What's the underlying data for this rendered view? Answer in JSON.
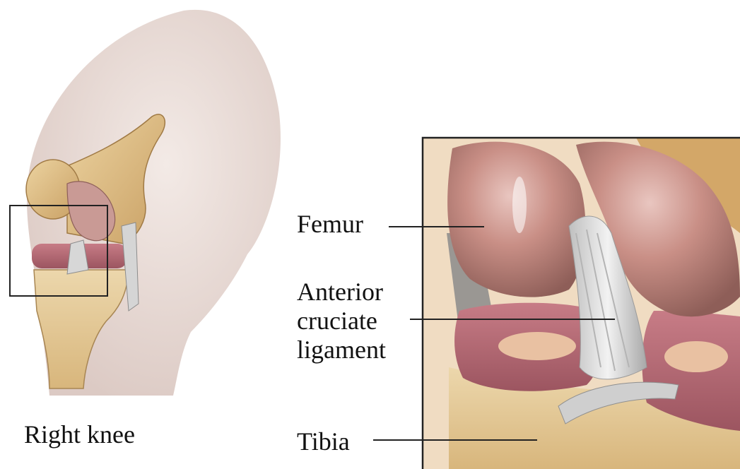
{
  "labels": {
    "overview": "Right knee",
    "femur": "Femur",
    "acl_line1": "Anterior",
    "acl_line2": "cruciate",
    "acl_line3": "ligament",
    "tibia": "Tibia"
  },
  "colors": {
    "skin": "#efe4df",
    "bone": "#d9b57a",
    "cartilage": "#c48a8a",
    "meniscus": "#b96a74",
    "ligament": "#d8d8d8",
    "line": "#222222"
  }
}
